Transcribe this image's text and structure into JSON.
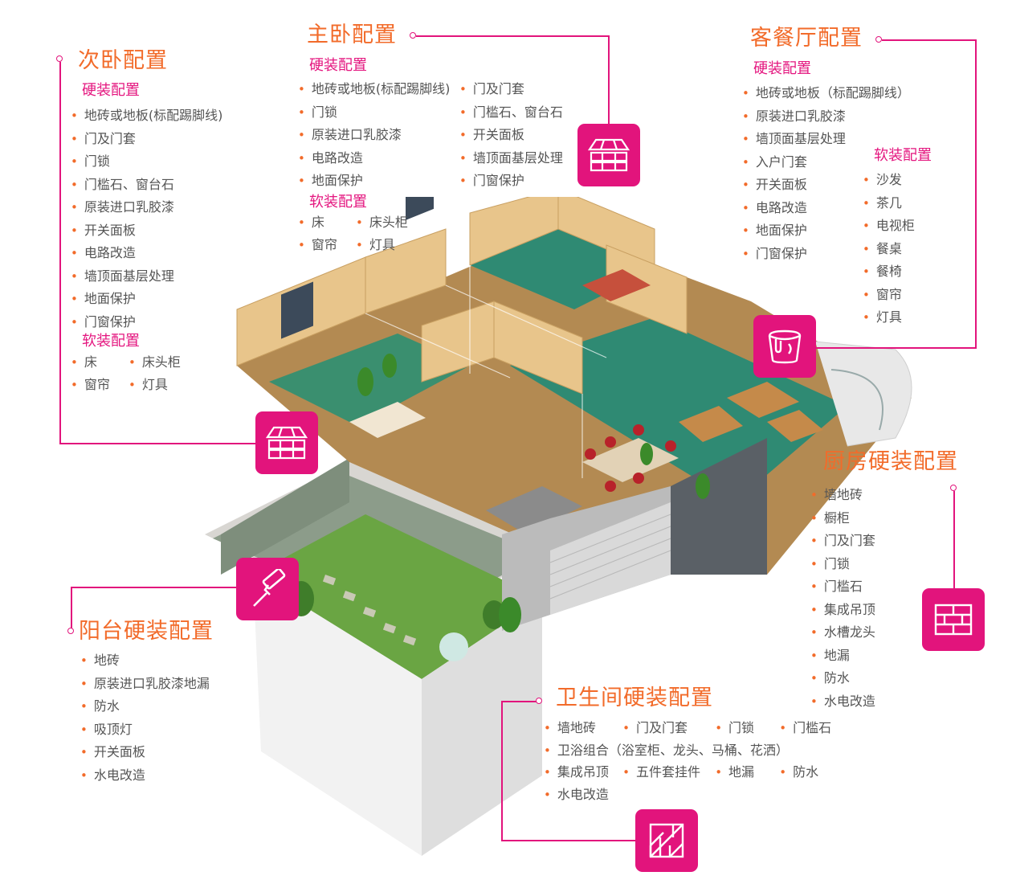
{
  "secondary_bedroom": {
    "title": "次卧配置",
    "hard_label": "硬装配置",
    "hard_items": [
      "地砖或地板(标配踢脚线)",
      "门及门套",
      "门锁",
      "门槛石、窗台石",
      "原装进口乳胶漆",
      "开关面板",
      "电路改造",
      "墙顶面基层处理",
      "地面保护",
      "门窗保护"
    ],
    "soft_label": "软装配置",
    "soft_items": [
      "床",
      "床头柜",
      "窗帘",
      "灯具"
    ],
    "icon": "tile-stack-icon"
  },
  "master_bedroom": {
    "title": "主卧配置",
    "hard_label": "硬装配置",
    "hard_items_left": [
      "地砖或地板(标配踢脚线)",
      "门锁",
      "原装进口乳胶漆",
      "电路改造",
      "地面保护"
    ],
    "hard_items_right": [
      "门及门套",
      "门槛石、窗台石",
      "开关面板",
      "墙顶面基层处理",
      "门窗保护"
    ],
    "soft_label": "软装配置",
    "soft_items": [
      "床",
      "床头柜",
      "窗帘",
      "灯具"
    ],
    "icon": "tile-stack-icon"
  },
  "living_dining": {
    "title": "客餐厅配置",
    "hard_label": "硬装配置",
    "hard_items": [
      "地砖或地板（标配踢脚线）",
      "原装进口乳胶漆",
      "墙顶面基层处理",
      "入户门套",
      "开关面板",
      "电路改造",
      "地面保护",
      "门窗保护"
    ],
    "soft_label": "软装配置",
    "soft_items": [
      "沙发",
      "茶几",
      "电视柜",
      "餐桌",
      "餐椅",
      "窗帘",
      "灯具"
    ],
    "icon": "paint-bucket-icon"
  },
  "kitchen": {
    "title": "厨房硬装配置",
    "items": [
      "墙地砖",
      "橱柜",
      "门及门套",
      "门锁",
      "门槛石",
      "集成吊顶",
      "水槽龙头",
      "地漏",
      "防水",
      "水电改造"
    ],
    "icon": "brick-wall-icon"
  },
  "balcony": {
    "title": "阳台硬装配置",
    "items": [
      "地砖",
      "原装进口乳胶漆地漏",
      "防水",
      "吸顶灯",
      "开关面板",
      "水电改造"
    ],
    "icon": "paint-roller-icon"
  },
  "bathroom": {
    "title": "卫生间硬装配置",
    "row1": [
      "墙地砖",
      "门及门套",
      "门锁",
      "门槛石"
    ],
    "row2": [
      "卫浴组合（浴室柜、龙头、马桶、花洒）"
    ],
    "row3": [
      "集成吊顶",
      "五件套挂件",
      "地漏",
      "防水"
    ],
    "row4": [
      "水电改造"
    ],
    "icon": "diagonal-tile-icon"
  },
  "colors": {
    "accent_pink": "#e2147c",
    "title_orange": "#f26b2a",
    "text_gray": "#555555"
  }
}
